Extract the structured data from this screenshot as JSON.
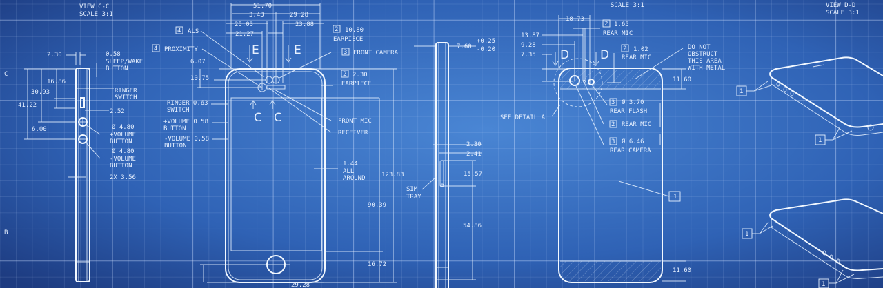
{
  "colors": {
    "bg_dark": "#1d3b80",
    "bg_light": "#4a86d4",
    "line": "#e8f2ff"
  },
  "view_cc": {
    "title": "VIEW C-C",
    "scale": "SCALE 3:1"
  },
  "view_top": {
    "scale": "SCALE 3:1"
  },
  "view_dd": {
    "title": "VIEW D-D",
    "scale": "SCALE 3:1"
  },
  "margin_letters": {
    "c": "C",
    "b": "B"
  },
  "side": {
    "d230": "2.30",
    "d058": "0.58",
    "sleep1": "SLEEP/WAKE",
    "sleep2": "BUTTON",
    "d1686": "16.86",
    "d3093": "30.93",
    "d4122": "41.22",
    "ringer1": "RINGER",
    "ringer2": "SWITCH",
    "d252": "2.52",
    "d600": "6.00",
    "vol_up_d": "Ø 4.80",
    "vol_up1": "+VOLUME",
    "vol_up2": "BUTTON",
    "vol_dn_d": "Ø 4.80",
    "vol_dn1": "-VOLUME",
    "vol_dn2": "BUTTON",
    "d2x": "2X 3.56"
  },
  "front": {
    "d5170": "51.70",
    "d343": "3.43",
    "d2928": "29.28",
    "d2503": "25.03",
    "d2388": "23.88",
    "d2127": "21.27",
    "als_n": "4",
    "als": "ALS",
    "prox_n": "4",
    "prox": "PROXIMITY",
    "d607": "6.07",
    "d1075": "10.75",
    "ear1_n": "2",
    "ear1_d": "10.80",
    "ear1": "EARPIECE",
    "cam_n": "3",
    "cam": "FRONT CAMERA",
    "ear2_n": "2",
    "ear2_d": "2.30",
    "ear2": "EARPIECE",
    "sec_e": "E",
    "sec_c": "C",
    "ring1": "RINGER 0.63",
    "ring2": "SWITCH",
    "vu1": "+VOLUME 0.58",
    "vu2": "BUTTON",
    "vd1": "-VOLUME 0.58",
    "vd2": "BUTTON",
    "fmic": "FRONT MIC",
    "recv": "RECEIVER",
    "d144": "1.44",
    "all1": "ALL",
    "all2": "AROUND",
    "d12383": "123.83",
    "d9039": "90.39",
    "d1672": "16.72",
    "d2928b": "29.28"
  },
  "mid": {
    "d760": "7.60",
    "tol_p": "+0.25",
    "tol_m": "-0.20",
    "d230": "2.30",
    "d241": "2.41",
    "d1557": "15.57",
    "sim1": "SIM",
    "sim2": "TRAY",
    "d5486": "54.86"
  },
  "back": {
    "d1873": "18.73",
    "d1387": "13.87",
    "d928": "9.28",
    "d735": "7.35",
    "sec_d": "D",
    "rm1_n": "2",
    "rm1_d": "1.65",
    "rm1": "REAR MIC",
    "rm2_n": "2",
    "rm2_d": "1.02",
    "rm2": "REAR MIC",
    "dn1": "DO NOT",
    "dn2": "OBSTRUCT",
    "dn3": "THIS AREA",
    "dn4": "WITH METAL",
    "d1160": "11.60",
    "d1160b": "11.60",
    "detail": "SEE DETAIL A",
    "fl_n": "3",
    "fl_d": "Ø 3.70",
    "fl": "REAR FLASH",
    "rm3_n": "2",
    "rm3": "REAR MIC",
    "rc_n": "3",
    "rc_d": "Ø 6.46",
    "rc": "REAR CAMERA",
    "ref": "1"
  },
  "iso": {
    "ref": "1"
  }
}
